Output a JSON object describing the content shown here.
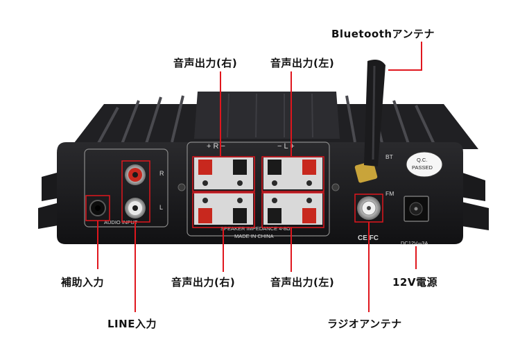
{
  "labels": {
    "bluetooth_antenna": "Bluetoothアンテナ",
    "out_right_top": "音声出力(右)",
    "out_left_top": "音声出力(左)",
    "aux_input": "補助入力",
    "out_right_bottom": "音声出力(右)",
    "out_left_bottom": "音声出力(左)",
    "power_12v": "12V電源",
    "line_input": "LINE入力",
    "radio_antenna": "ラジオアンテナ"
  },
  "device_text": {
    "audio_input": "AUDIO INPUT",
    "speaker_impedance": "SPEAKER IMPEDANCE 4-8Ω",
    "made_in": "MADE IN CHINA",
    "bt": "BT",
    "fm": "FM",
    "r_mark": "R",
    "l_mark": "L",
    "right_polarity": "+ R −",
    "left_polarity": "− L +",
    "qc_line1": "Q.C.",
    "qc_line2": "PASSED",
    "ce_fcc": "CE FC",
    "dc_rating": "DC12V⎓3A"
  },
  "colors": {
    "callout_line": "#e0161d",
    "body": "#1c1c1e",
    "terminal_red": "#c8281e"
  }
}
